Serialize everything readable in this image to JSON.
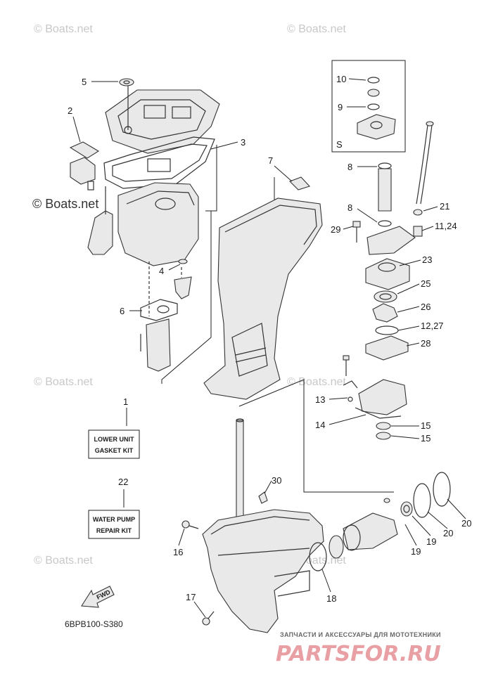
{
  "watermarks": [
    "© Boats.net",
    "© Boats.net",
    "© Boats.net",
    "© Boats.net",
    "© Boats.net",
    "© Boats.net",
    "© Boats.net"
  ],
  "callouts": [
    "5",
    "2",
    "3",
    "1",
    "7",
    "8",
    "8",
    "9",
    "10",
    "S",
    "21",
    "11,24",
    "29",
    "23",
    "4",
    "25",
    "6",
    "26",
    "12,27",
    "28",
    "13",
    "14",
    "15",
    "15",
    "22",
    "30",
    "16",
    "20",
    "20",
    "19",
    "19",
    "18",
    "17"
  ],
  "kits": {
    "lower_unit_line1": "LOWER UNIT",
    "lower_unit_line2": "GASKET KIT",
    "water_pump_line1": "WATER PUMP",
    "water_pump_line2": "REPAIR KIT"
  },
  "fwd_label": "FWD",
  "diagram_code": "6BPB100-S380",
  "branding": {
    "caption": "ЗАПЧАСТИ И АКСЕССУАРЫ ДЛЯ МОТОТЕХНИКИ",
    "logo": "PARTSFOR.RU"
  },
  "colors": {
    "ink": "#333333",
    "watermark": "#c8c8c8",
    "brand": "#e9a0a4"
  }
}
